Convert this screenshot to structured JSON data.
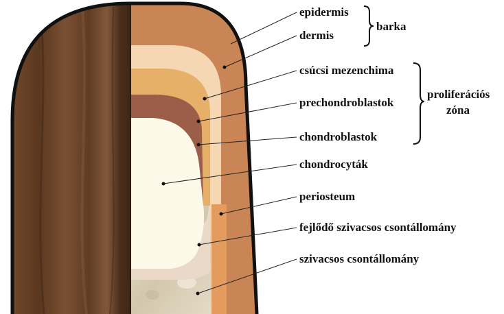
{
  "labels": {
    "epidermis": "epidermis",
    "dermis": "dermis",
    "barka": "barka",
    "csucsi_mezenchima": "csúcsi mezenchima",
    "prechondroblastok": "prechondroblastok",
    "proliferacios": "proliferációs",
    "zona": "zóna",
    "chondroblastok": "chondroblastok",
    "chondrocytak": "chondrocyták",
    "periosteum": "periosteum",
    "fejlodo": "fejlődő szivacsos csontállomány",
    "szivacsos": "szivacsos csontállomány"
  },
  "colors": {
    "bark": "#5c3a22",
    "dermis": "#c98555",
    "apical_mesenchyme": "#f6d7b3",
    "prechondroblasts": "#e7b068",
    "chondroblasts": "#9c5e48",
    "chondrocytes": "#fdf9e8",
    "periosteum": "#e39b5e",
    "spongy_bone": "#dcd2bd",
    "outline": "#111111"
  }
}
